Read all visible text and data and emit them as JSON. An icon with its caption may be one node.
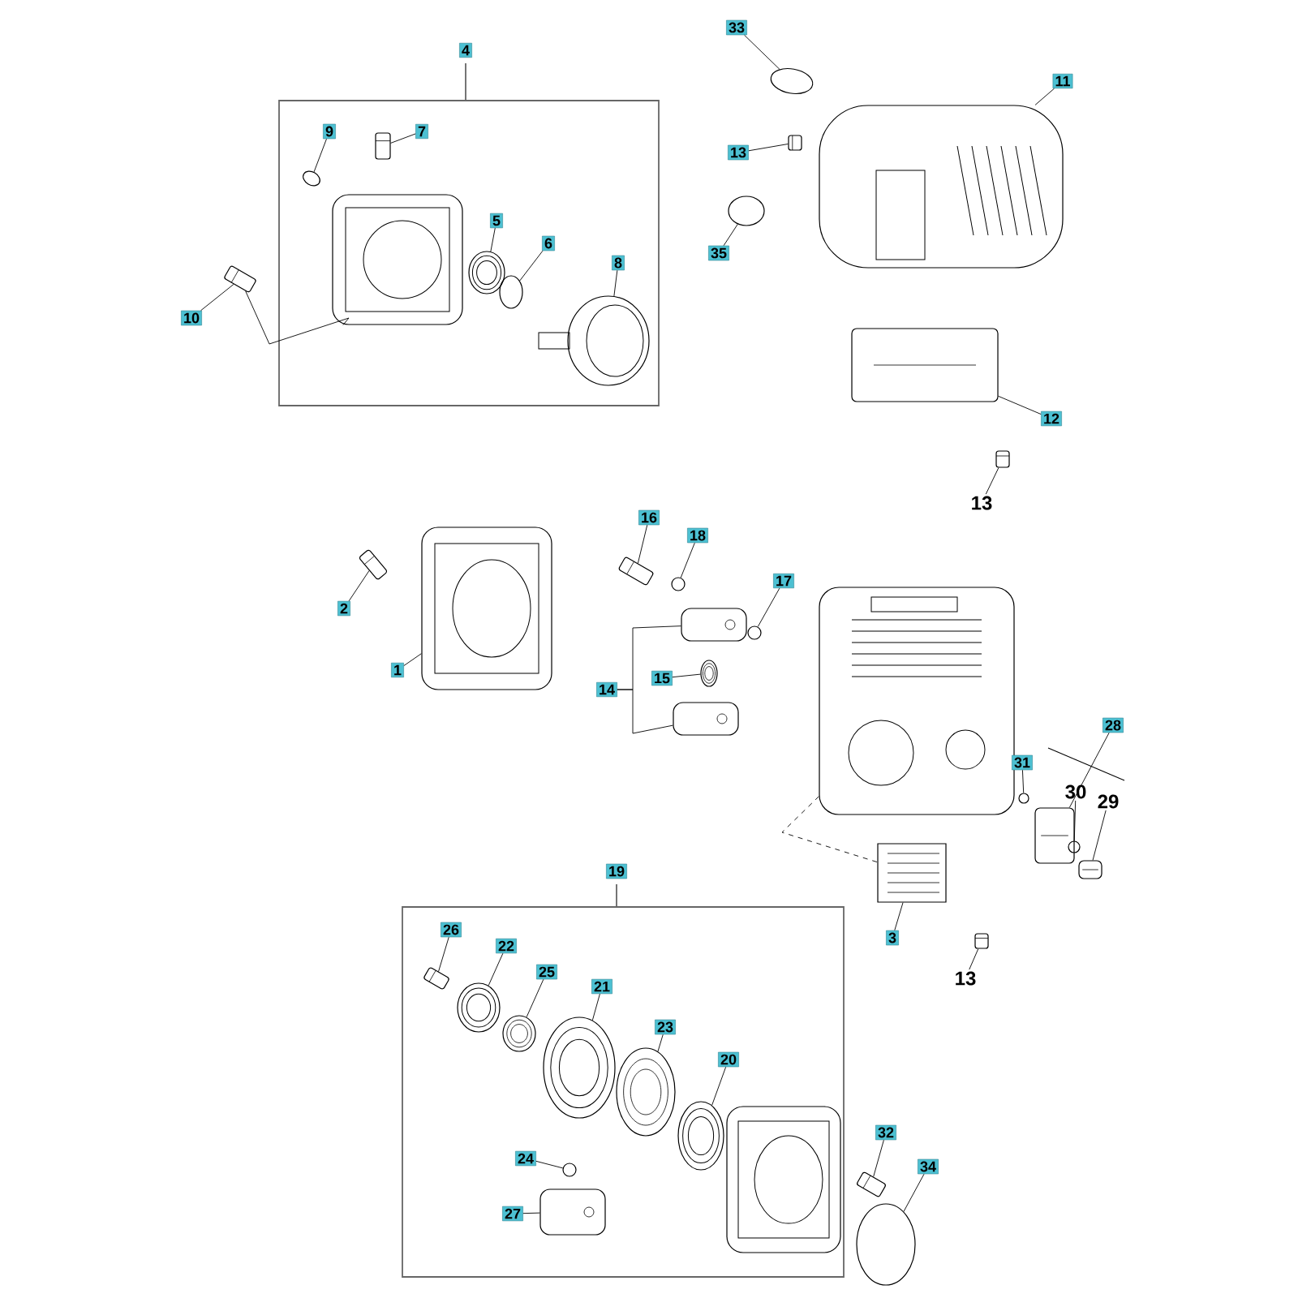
{
  "diagram": {
    "nodes": [
      {
        "text": [
          "4"
        ]
      },
      {
        "text": [
          "9"
        ],
        "in": 0
      },
      {
        "text": [],
        "shape": "circle",
        "in": 0
      },
      {
        "text": [
          "7"
        ],
        "in": 0
      },
      {
        "text": [],
        "shape": "picture",
        "in": 0
      },
      {
        "text": [],
        "shape": "picture",
        "in": 0
      },
      {
        "text": [
          "5"
        ],
        "in": 0
      },
      {
        "text": [],
        "shape": "picture",
        "in": 0
      },
      {
        "text": [
          "6"
        ],
        "in": 0
      },
      {
        "text": [],
        "shape": "circle",
        "in": 0
      },
      {
        "text": [
          "8"
        ],
        "in": 0
      },
      {
        "text": [],
        "shape": "picture",
        "in": 0
      },
      {
        "text": [],
        "shape": "picture"
      },
      {
        "text": [
          "10"
        ]
      },
      {
        "text": [
          "33"
        ]
      },
      {
        "text": [],
        "shape": "circle"
      },
      {
        "text": [
          "11"
        ]
      },
      {
        "text": [],
        "shape": "picture"
      },
      {
        "text": [
          "13"
        ]
      },
      {
        "text": [],
        "shape": "picture"
      },
      {
        "text": [
          "35"
        ]
      },
      {
        "text": [],
        "shape": "circle"
      },
      {
        "text": [],
        "shape": "picture"
      },
      {
        "text": [
          "12"
        ]
      },
      {
        "text": [],
        "shape": "picture"
      },
      {
        "text": [
          "13"
        ]
      },
      {
        "text": [],
        "shape": "picture"
      },
      {
        "text": [
          "2"
        ]
      },
      {
        "text": [],
        "shape": "picture"
      },
      {
        "text": [
          "1"
        ]
      },
      {
        "text": [
          "16"
        ]
      },
      {
        "text": [],
        "shape": "picture"
      },
      {
        "text": [
          "18"
        ]
      },
      {
        "text": [],
        "shape": "circle"
      },
      {
        "text": [
          "17"
        ]
      },
      {
        "text": [],
        "shape": "circle"
      },
      {
        "text": [],
        "shape": "picture"
      },
      {
        "text": [
          "14"
        ]
      },
      {
        "text": [
          "15"
        ]
      },
      {
        "text": [],
        "shape": "picture"
      },
      {
        "text": [],
        "shape": "picture"
      },
      {
        "text": [],
        "shape": "picture"
      },
      {
        "text": [
          "28"
        ]
      },
      {
        "text": [
          "31"
        ]
      },
      {
        "text": [],
        "shape": "circle"
      },
      {
        "text": [],
        "shape": "picture"
      },
      {
        "text": [
          "30"
        ]
      },
      {
        "text": [
          "29"
        ]
      },
      {
        "text": [],
        "shape": "circle"
      },
      {
        "text": [],
        "shape": "picture"
      },
      {
        "text": [],
        "shape": "picture"
      },
      {
        "text": [
          "3"
        ]
      },
      {
        "text": [],
        "shape": "picture"
      },
      {
        "text": [
          "13"
        ]
      },
      {
        "text": [
          "19"
        ]
      },
      {
        "text": [
          "26"
        ],
        "in": 54
      },
      {
        "text": [],
        "shape": "picture",
        "in": 54
      },
      {
        "text": [
          "22"
        ],
        "in": 54
      },
      {
        "text": [],
        "shape": "picture",
        "in": 54
      },
      {
        "text": [
          "25"
        ],
        "in": 54
      },
      {
        "text": [],
        "shape": "picture",
        "in": 54
      },
      {
        "text": [
          "21"
        ],
        "in": 54
      },
      {
        "text": [],
        "shape": "picture",
        "in": 54
      },
      {
        "text": [
          "23"
        ],
        "in": 54
      },
      {
        "text": [],
        "shape": "picture",
        "in": 54
      },
      {
        "text": [
          "20"
        ],
        "in": 54
      },
      {
        "text": [],
        "shape": "picture",
        "in": 54
      },
      {
        "text": [
          "24"
        ],
        "in": 54
      },
      {
        "text": [],
        "shape": "circle",
        "in": 54
      },
      {
        "text": [],
        "shape": "picture",
        "in": 54
      },
      {
        "text": [
          "27"
        ],
        "in": 54
      },
      {
        "text": [],
        "shape": "picture",
        "in": 54
      },
      {
        "text": [
          "32"
        ]
      },
      {
        "text": [],
        "shape": "picture"
      },
      {
        "text": [
          "34"
        ]
      },
      {
        "text": [],
        "shape": "circle"
      }
    ],
    "edges": [
      {
        "from": 1,
        "to": 2,
        "arrow": "none"
      },
      {
        "from": 3,
        "to": 4,
        "arrow": "none"
      },
      {
        "from": 6,
        "to": 7,
        "arrow": "none"
      },
      {
        "from": 8,
        "to": 9,
        "arrow": "none"
      },
      {
        "from": 10,
        "to": 11,
        "arrow": "none"
      },
      {
        "from": 13,
        "to": 12,
        "arrow": "none"
      },
      {
        "from": 12,
        "to": 5,
        "arrow": "none"
      },
      {
        "from": 14,
        "to": 15,
        "arrow": "none"
      },
      {
        "from": 16,
        "to": 17,
        "arrow": "none"
      },
      {
        "from": 18,
        "to": 19,
        "arrow": "none"
      },
      {
        "from": 20,
        "to": 21,
        "arrow": "none"
      },
      {
        "from": 23,
        "to": 22,
        "arrow": "none"
      },
      {
        "from": 25,
        "to": 24,
        "arrow": "none"
      },
      {
        "from": 27,
        "to": 26,
        "arrow": "none"
      },
      {
        "from": 29,
        "to": 28,
        "arrow": "none"
      },
      {
        "from": 30,
        "to": 31,
        "arrow": "none"
      },
      {
        "from": 32,
        "to": 33,
        "arrow": "none"
      },
      {
        "from": 34,
        "to": 35,
        "arrow": "none"
      },
      {
        "from": 37,
        "to": 36,
        "arrow": "none"
      },
      {
        "from": 37,
        "to": 40,
        "arrow": "none"
      },
      {
        "from": 38,
        "to": 39,
        "arrow": "none"
      },
      {
        "from": 42,
        "to": 45,
        "arrow": "none"
      },
      {
        "from": 43,
        "to": 44,
        "arrow": "none"
      },
      {
        "from": 46,
        "to": 48,
        "arrow": "none"
      },
      {
        "from": 47,
        "to": 49,
        "arrow": "none"
      },
      {
        "from": 51,
        "to": 50,
        "arrow": "none"
      },
      {
        "from": 41,
        "to": 50,
        "arrow": "none",
        "style": "dashed"
      },
      {
        "from": 53,
        "to": 52,
        "arrow": "none"
      },
      {
        "from": 55,
        "to": 56,
        "arrow": "none"
      },
      {
        "from": 57,
        "to": 58,
        "arrow": "none"
      },
      {
        "from": 59,
        "to": 60,
        "arrow": "none"
      },
      {
        "from": 61,
        "to": 62,
        "arrow": "none"
      },
      {
        "from": 63,
        "to": 64,
        "arrow": "none"
      },
      {
        "from": 65,
        "to": 66,
        "arrow": "none"
      },
      {
        "from": 67,
        "to": 68,
        "arrow": "none"
      },
      {
        "from": 70,
        "to": 71,
        "arrow": "none"
      },
      {
        "from": 72,
        "to": 73,
        "arrow": "none"
      },
      {
        "from": 74,
        "to": 75,
        "arrow": "none"
      }
    ]
  }
}
